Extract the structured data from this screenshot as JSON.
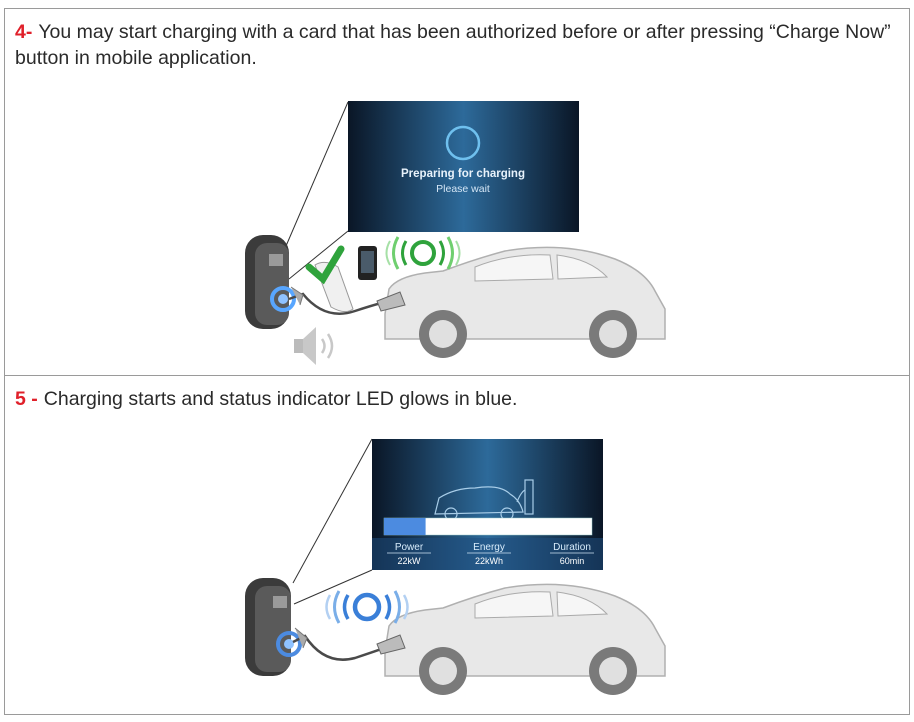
{
  "step4": {
    "number": "4-",
    "text": "You may start charging with a card that has been authorized before or after pressing “Charge Now” button in mobile application.",
    "screen": {
      "line1": "Preparing for charging",
      "line2": "Please wait"
    }
  },
  "step5": {
    "number": "5 -",
    "text": "Charging starts and status indicator LED glows in blue.",
    "screen": {
      "progress": 0.2,
      "stats": [
        {
          "label": "Power",
          "value": "22kW"
        },
        {
          "label": "Energy",
          "value": "22kWh"
        },
        {
          "label": "Duration",
          "value": "60min"
        }
      ]
    }
  },
  "colors": {
    "accent_red": "#e0202a",
    "led_blue": "#3a7fd8",
    "led_green": "#2fa33c",
    "screen_dark": "#0d1a2b"
  }
}
